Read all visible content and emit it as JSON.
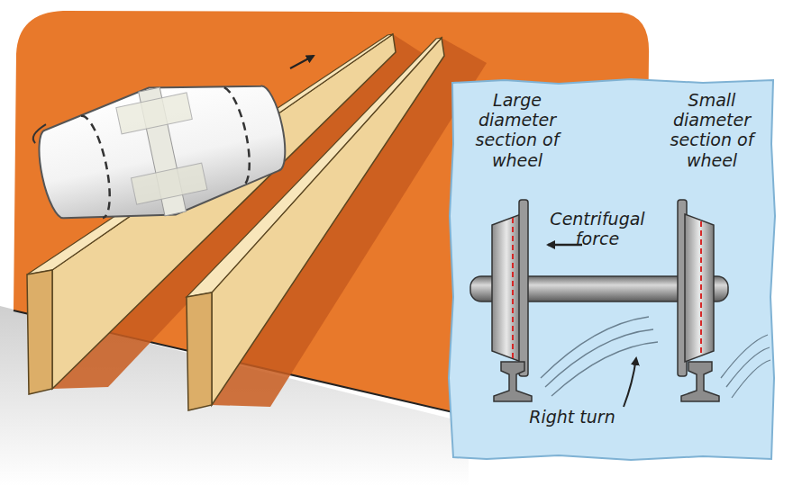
{
  "diagram": {
    "labels": [
      "Large diameter section of wheel",
      "Small diameter section of wheel",
      "Centrifugal force",
      "Right turn"
    ]
  }
}
